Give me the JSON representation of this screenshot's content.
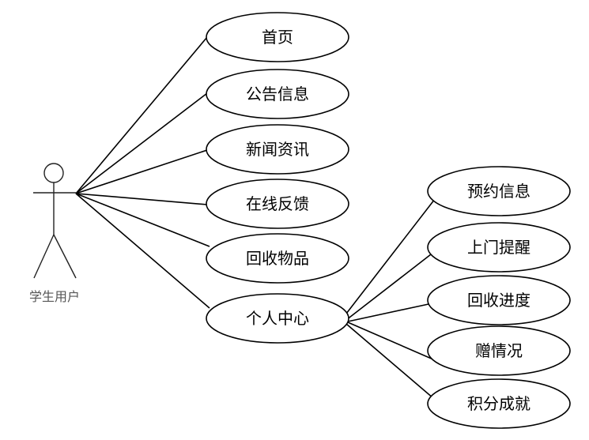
{
  "diagram": {
    "actor": {
      "label": "学生用户"
    },
    "use_cases": [
      {
        "id": "home",
        "label": "首页"
      },
      {
        "id": "notice",
        "label": "公告信息"
      },
      {
        "id": "news",
        "label": "新闻资讯"
      },
      {
        "id": "feedback",
        "label": "在线反馈"
      },
      {
        "id": "recycle",
        "label": "回收物品"
      },
      {
        "id": "personal",
        "label": "个人中心"
      }
    ],
    "sub_use_cases": [
      {
        "id": "reservation",
        "label": "预约信息"
      },
      {
        "id": "pickup",
        "label": "上门提醒"
      },
      {
        "id": "progress",
        "label": "回收进度"
      },
      {
        "id": "donation",
        "label": "赠情况"
      },
      {
        "id": "points",
        "label": "积分成就"
      }
    ]
  }
}
